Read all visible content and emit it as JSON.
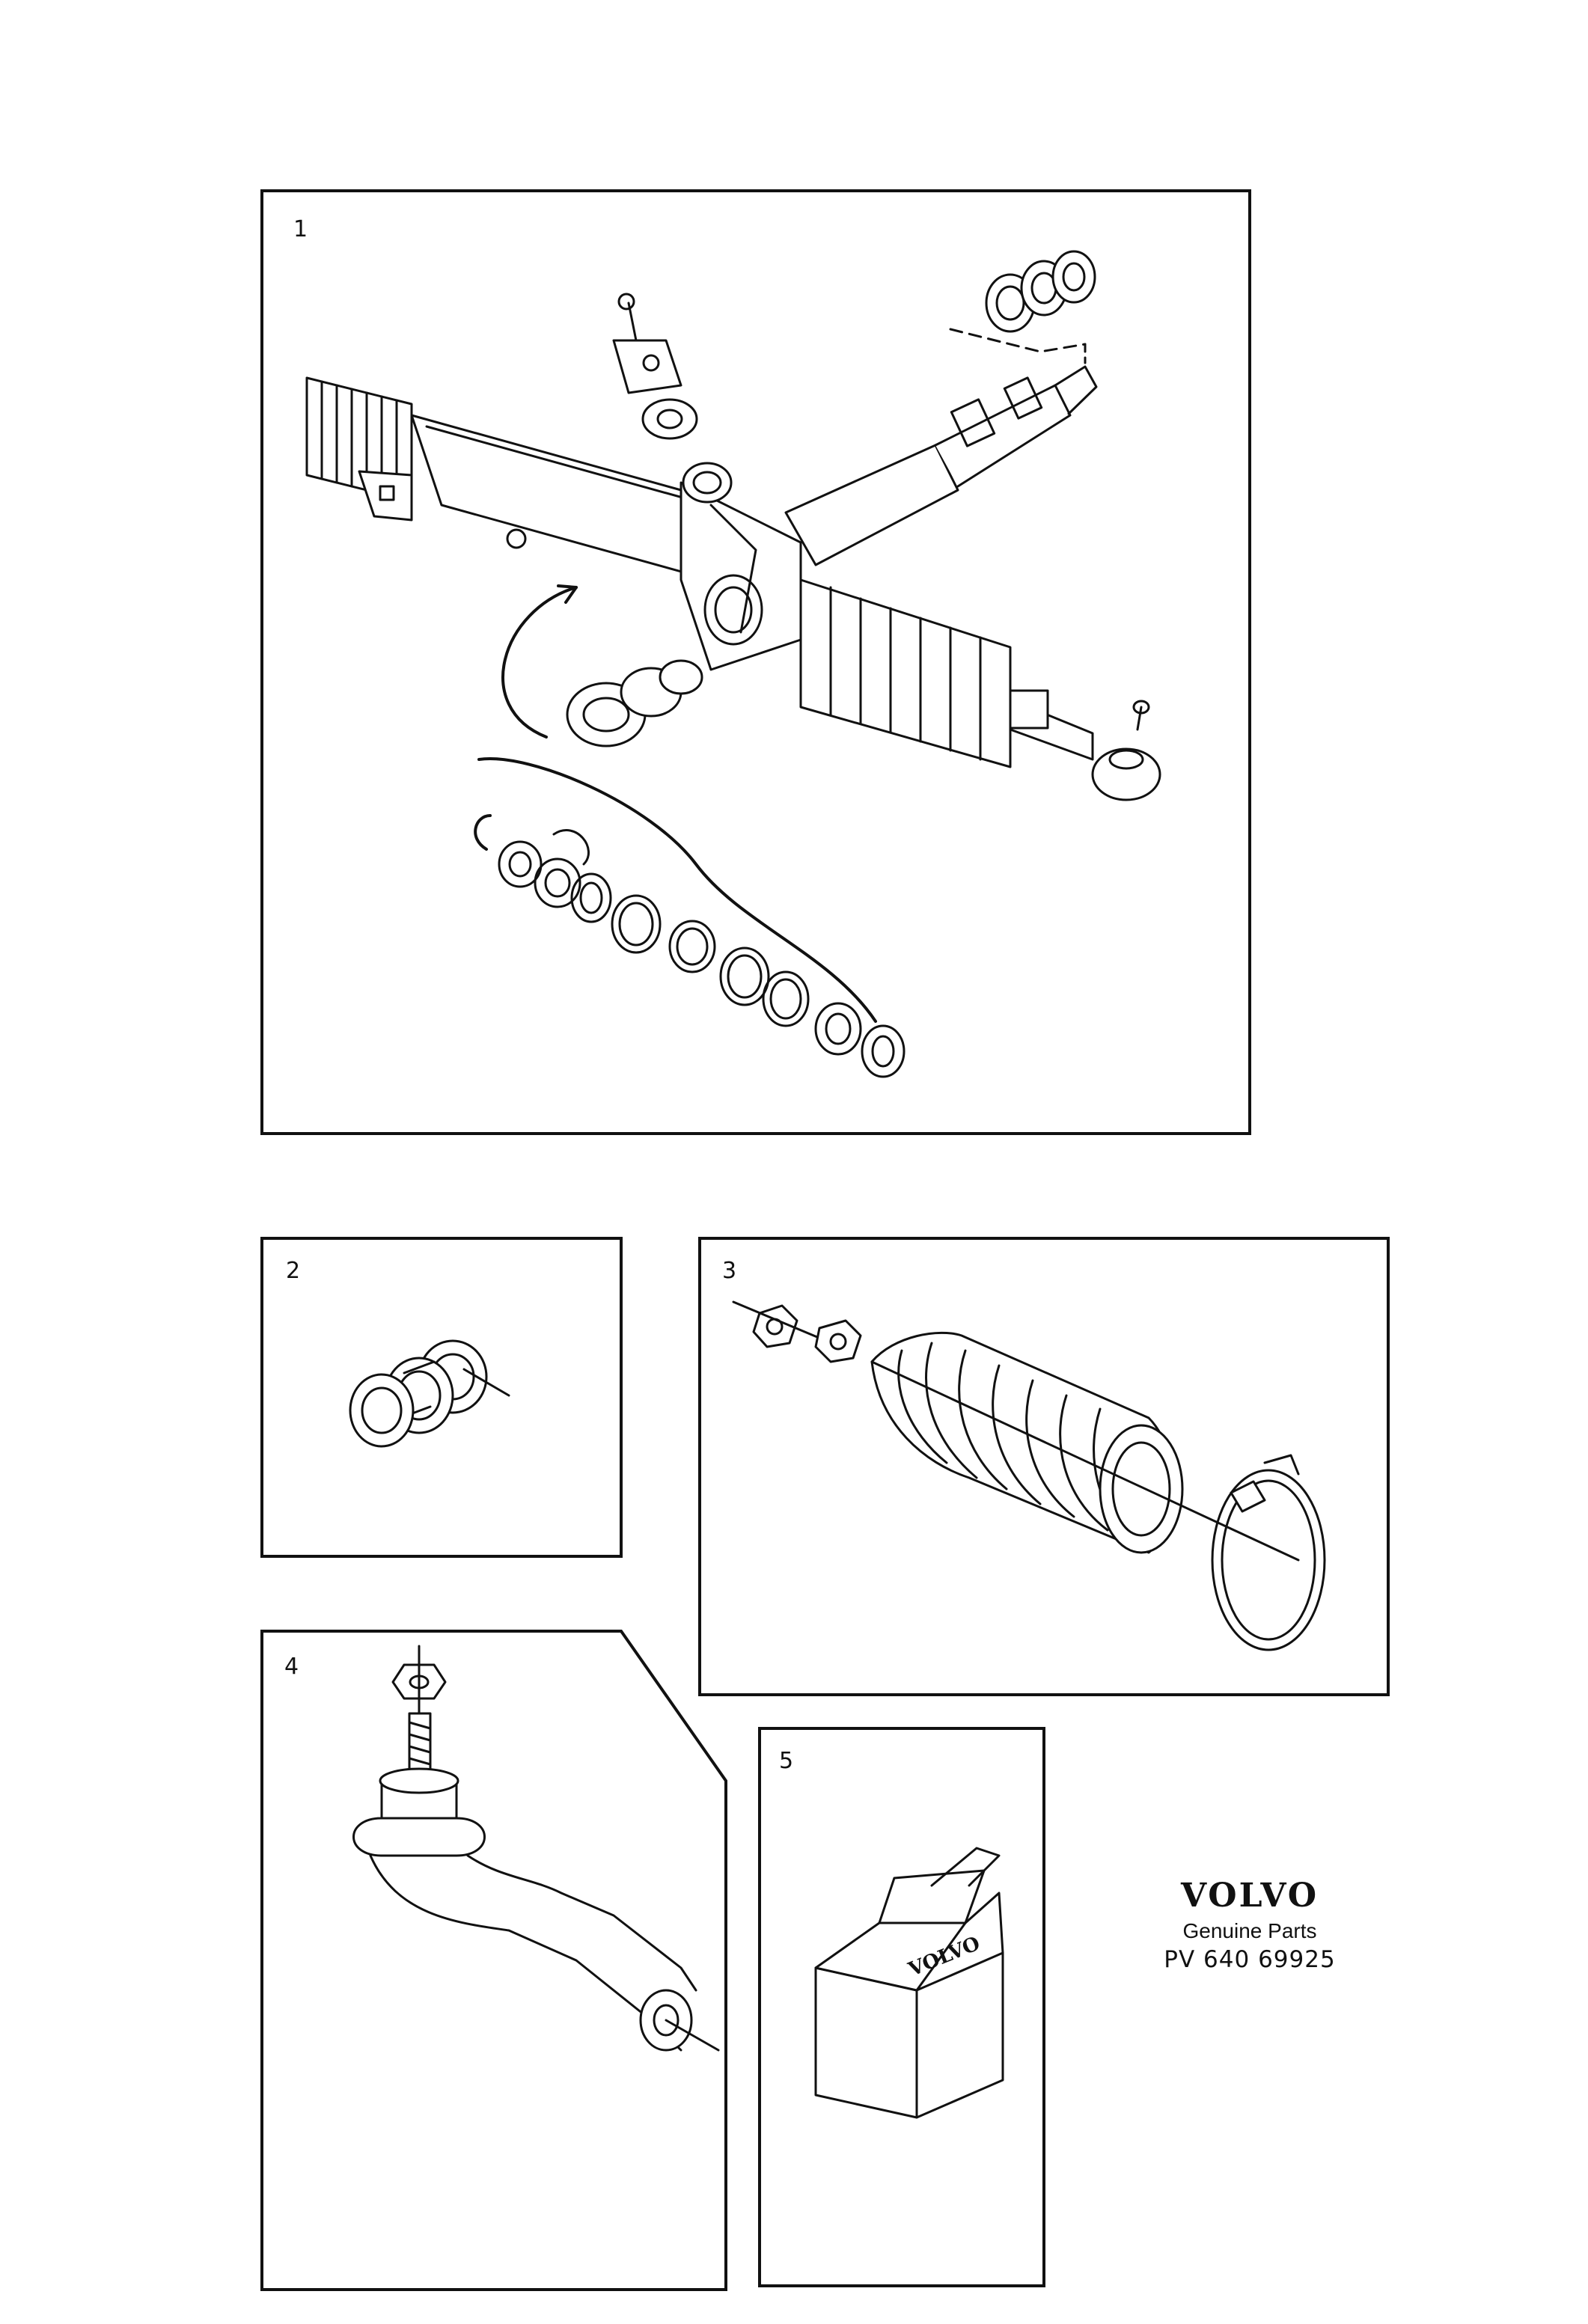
{
  "panels": [
    {
      "number": "1"
    },
    {
      "number": "2"
    },
    {
      "number": "3"
    },
    {
      "number": "4"
    },
    {
      "number": "5"
    }
  ],
  "box_label": "VOLVO",
  "brand": {
    "name": "VOLVO",
    "subtitle": "Genuine Parts",
    "code": "PV 640 69925"
  },
  "colors": {
    "line": "#111111",
    "paper": "#ffffff"
  }
}
